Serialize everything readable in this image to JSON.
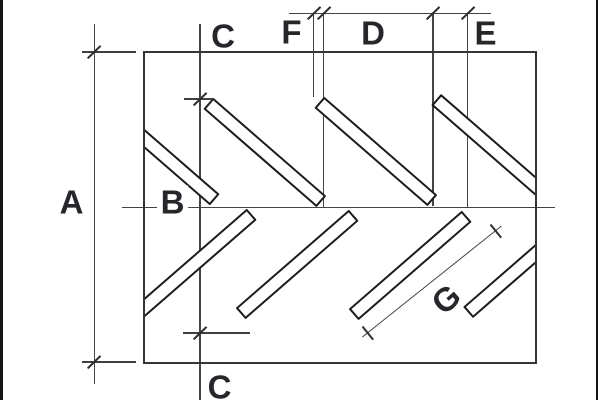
{
  "figure": {
    "type": "dimensioned technical drawing",
    "subject": "tire tread / chevron bar pattern plate with dimension reference letters"
  },
  "labels": {
    "a": "A",
    "b": "B",
    "c_top": "C",
    "c_bottom": "C",
    "d": "D",
    "e": "E",
    "f": "F",
    "g": "G"
  },
  "dimension_letters": [
    "A",
    "B",
    "C",
    "D",
    "E",
    "F",
    "G"
  ],
  "colors": {
    "background": "#ffffff",
    "ink": "#26262b",
    "thin_line": "#454545",
    "plate_border": "#353535",
    "bar_outline": "#1b1b1b",
    "frame_rule": "#141414"
  }
}
